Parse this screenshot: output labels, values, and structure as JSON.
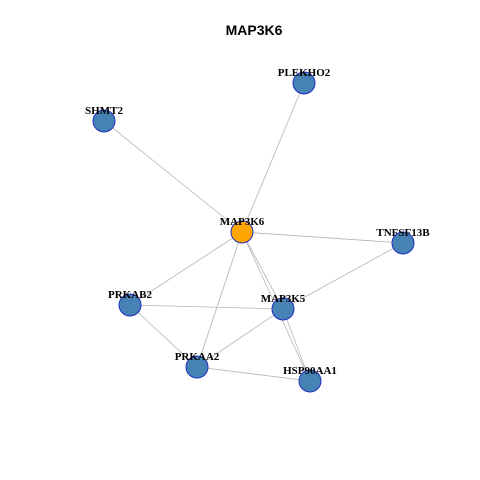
{
  "title": "MAP3K6",
  "colors": {
    "node_fill": "#4682B4",
    "node_stroke": "#1f2fbf",
    "hub_fill": "#FFA500",
    "hub_stroke": "#1f2fbf",
    "edge": "#b4b4b4"
  },
  "graph": {
    "hub": "MAP3K6",
    "nodes": [
      {
        "id": "MAP3K6",
        "label": "MAP3K6"
      },
      {
        "id": "PLEKHO2",
        "label": "PLEKHO2"
      },
      {
        "id": "SHMT2",
        "label": "SHMT2"
      },
      {
        "id": "TNFSF13B",
        "label": "TNFSF13B"
      },
      {
        "id": "PRKAB2",
        "label": "PRKAB2"
      },
      {
        "id": "MAP3K5",
        "label": "MAP3K5"
      },
      {
        "id": "PRKAA2",
        "label": "PRKAA2"
      },
      {
        "id": "HSP90AA1",
        "label": "HSP90AA1"
      }
    ],
    "edges": [
      [
        "MAP3K6",
        "PLEKHO2"
      ],
      [
        "MAP3K6",
        "SHMT2"
      ],
      [
        "MAP3K6",
        "TNFSF13B"
      ],
      [
        "MAP3K6",
        "PRKAB2"
      ],
      [
        "MAP3K6",
        "MAP3K5"
      ],
      [
        "MAP3K6",
        "PRKAA2"
      ],
      [
        "MAP3K6",
        "HSP90AA1"
      ],
      [
        "MAP3K5",
        "TNFSF13B"
      ],
      [
        "MAP3K5",
        "PRKAB2"
      ],
      [
        "MAP3K5",
        "PRKAA2"
      ],
      [
        "MAP3K5",
        "HSP90AA1"
      ],
      [
        "PRKAB2",
        "PRKAA2"
      ],
      [
        "PRKAA2",
        "HSP90AA1"
      ]
    ]
  }
}
